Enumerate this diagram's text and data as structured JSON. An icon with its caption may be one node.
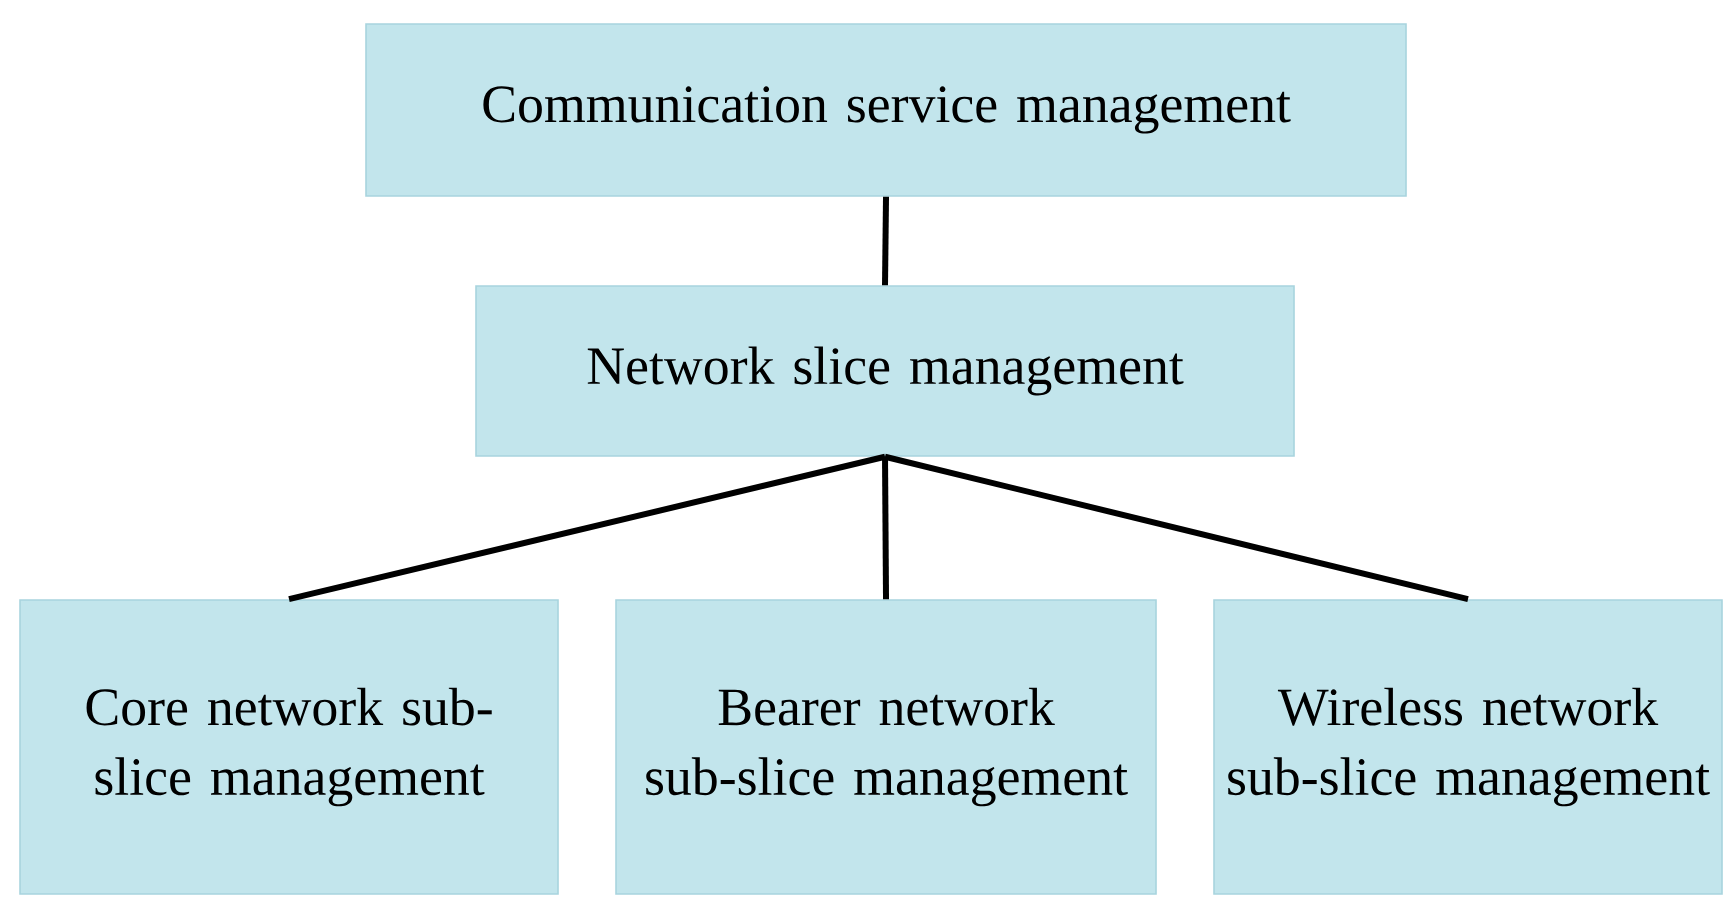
{
  "diagram": {
    "nodes": [
      {
        "text": [
          "Communication service management"
        ]
      },
      {
        "text": [
          "Network slice management"
        ]
      },
      {
        "text": [
          "Core network sub-slice management"
        ]
      },
      {
        "text": [
          "Bearer network sub-slice management"
        ]
      },
      {
        "text": [
          "Wireless network sub-slice management"
        ]
      }
    ],
    "edges": [
      {
        "from": 0,
        "to": 1,
        "arrow": "none"
      },
      {
        "from": 1,
        "to": 2,
        "arrow": "none"
      },
      {
        "from": 1,
        "to": 3,
        "arrow": "none"
      },
      {
        "from": 1,
        "to": 4,
        "arrow": "none"
      }
    ]
  }
}
